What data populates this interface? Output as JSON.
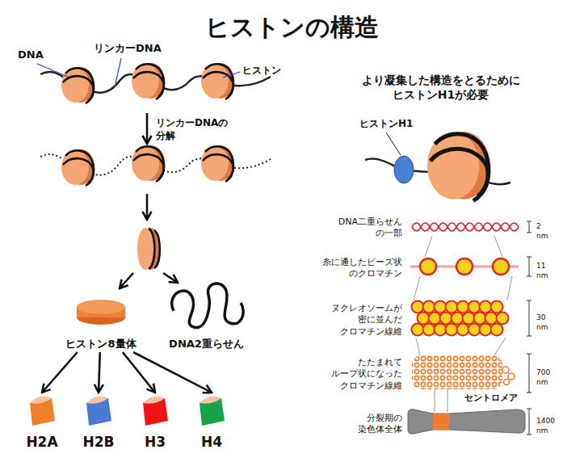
{
  "diagram": {
    "title": "ヒストンの構造",
    "nodes": [
      {
        "text": [
          "ヒストン8量体"
        ]
      },
      {
        "text": [
          "DNA2重らせん"
        ]
      },
      {
        "text": [
          "H2A"
        ]
      },
      {
        "text": [
          "H2B"
        ]
      },
      {
        "text": [
          "H3"
        ]
      },
      {
        "text": [
          "H4"
        ]
      }
    ],
    "edges": [
      {
        "from": 0,
        "to": 2,
        "arrow": "to"
      },
      {
        "from": 0,
        "to": 3,
        "arrow": "to"
      },
      {
        "from": 0,
        "to": 4,
        "arrow": "to"
      },
      {
        "from": 0,
        "to": 5,
        "arrow": "to"
      }
    ],
    "labels": [
      "DNA",
      "リンカーDNA",
      "ヒストン",
      "リンカーDNAの 分解",
      "より凝集した構造をとるために ヒストンH1が必要",
      "ヒストンH1",
      "DNA二重らせん の一部",
      "2 nm",
      "糸に通したビーズ状 のクロマチン",
      "11 nm",
      "ヌクレオソームが 密に並んだ クロマチン線維",
      "30 nm",
      "たたまれて ループ状になった クロマチン線維",
      "700 nm",
      "セントロメア",
      "分裂期の 染色体全体",
      "1400 nm"
    ]
  }
}
